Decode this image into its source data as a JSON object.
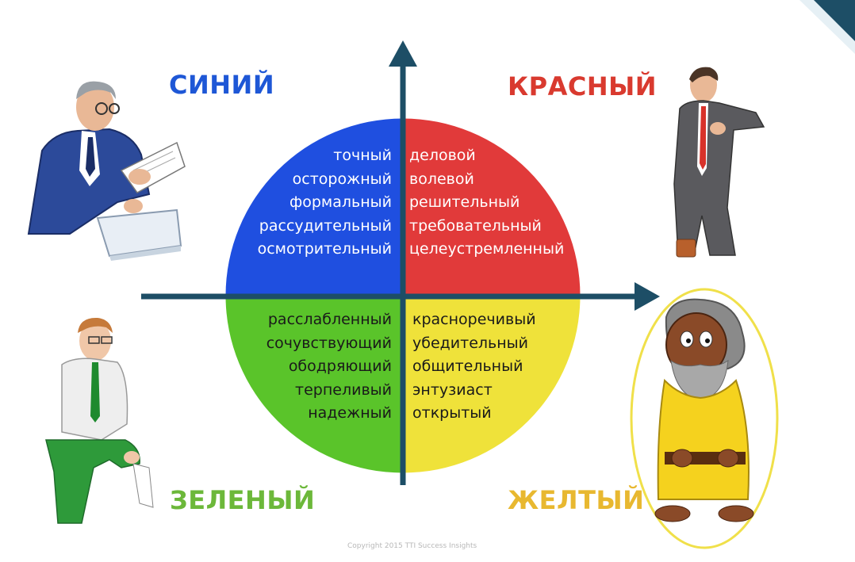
{
  "quadrants": {
    "blue": {
      "title": "СИНИЙ",
      "color": "#1f4fe0",
      "words": [
        "точный",
        "осторожный",
        "формальный",
        "рассудительный",
        "осмотрительный"
      ]
    },
    "red": {
      "title": "КРАСНЫЙ",
      "color": "#e13a3a",
      "words": [
        "деловой",
        "волевой",
        "решительный",
        "требовательный",
        "целеустремленный"
      ]
    },
    "green": {
      "title": "ЗЕЛЕНЫЙ",
      "color": "#5ac42a",
      "words": [
        "расслабленный",
        "сочувствующий",
        "ободряющий",
        "терпеливый",
        "надежный"
      ]
    },
    "yellow": {
      "title": "ЖЕЛТЫЙ",
      "color": "#efe23a",
      "words": [
        "красноречивый",
        "убедительный",
        "общительный",
        "энтузиаст",
        "открытый"
      ]
    }
  },
  "label_colors": {
    "blue": "#1e57d6",
    "red": "#d93a2f",
    "green": "#6cb83a",
    "yellow": "#e8b830"
  },
  "axis_color": "#1d4e66",
  "corner_accent": "#1d4e66",
  "copyright": "Copyright 2015 TTI Success Insights"
}
